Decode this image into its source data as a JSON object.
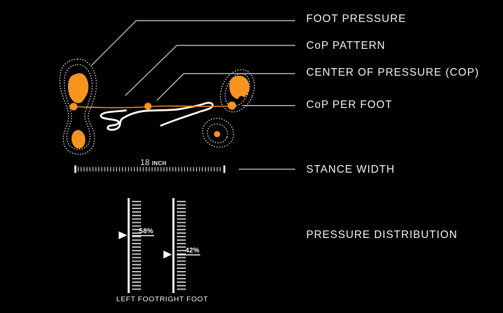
{
  "legend": {
    "foot_pressure": "FOOT PRESSURE",
    "cop_pattern": "CoP PATTERN",
    "center_of_pressure": "CENTER OF PRESSURE (COP)",
    "cop_per_foot": "CoP PER FOOT",
    "stance_width": "STANCE WIDTH",
    "pressure_distribution": "PRESSURE DISTRIBUTION"
  },
  "stance_width": {
    "value": "18",
    "unit": "INCH"
  },
  "pressure_distribution": {
    "left_foot": {
      "label": "LEFT FOOT",
      "percent": "58%"
    },
    "right_foot": {
      "label": "RIGHT FOOT",
      "percent": "42%"
    }
  },
  "colors": {
    "background": "#000000",
    "accent_orange": "#F7941E",
    "cop_line_orange": "#EE8A1E",
    "text": "#F4F4F4",
    "leader_line": "#DCDCDC"
  }
}
